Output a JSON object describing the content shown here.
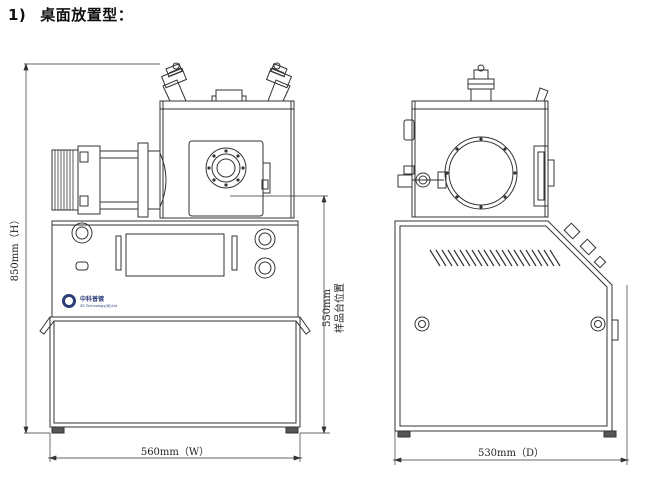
{
  "heading": {
    "number": "1)",
    "title": "桌面放置型："
  },
  "dimensions": {
    "height_label": "850mm（H）",
    "width_label": "560mm（W）",
    "depth_label": "530mm（D）",
    "sample_height_value": "550mm",
    "sample_height_caption": "样品台位置"
  },
  "logo": {
    "name": "中科普镀",
    "subtitle": "ZK Technology(BJ)Ltd"
  }
}
